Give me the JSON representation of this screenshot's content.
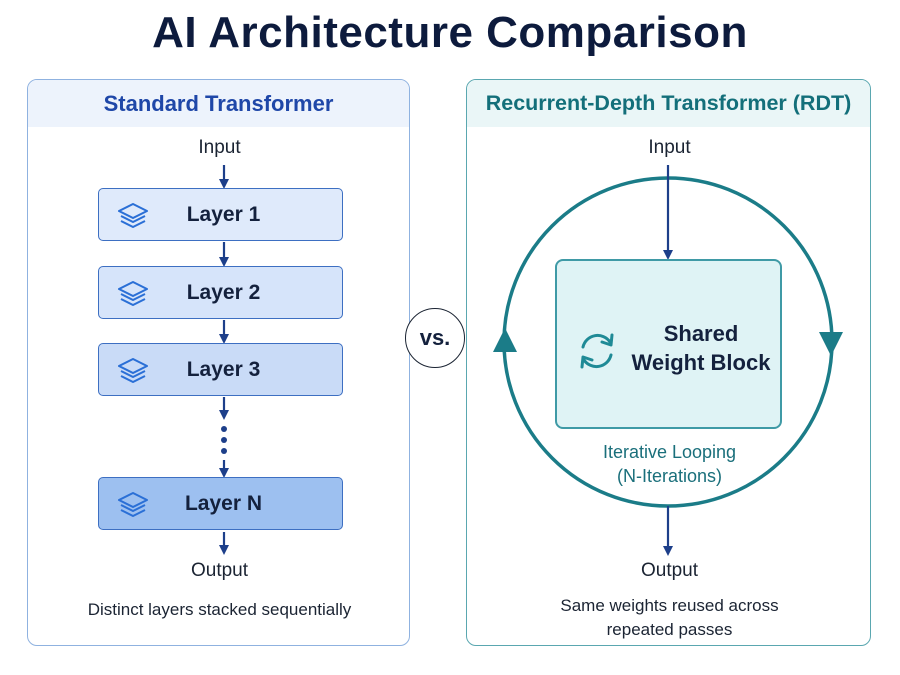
{
  "title": "AI Architecture Comparison",
  "vs_label": "vs.",
  "left": {
    "header": "Standard Transformer",
    "input": "Input",
    "layers": [
      "Layer 1",
      "Layer 2",
      "Layer 3",
      "Layer N"
    ],
    "output": "Output",
    "caption": "Distinct layers stacked sequentially",
    "layer_icon": "layers-stack-icon"
  },
  "right": {
    "header": "Recurrent-Depth Transformer (RDT)",
    "input": "Input",
    "shared_block": [
      "Shared",
      "Weight Block"
    ],
    "loop_label": [
      "Iterative Looping",
      "(N-Iterations)"
    ],
    "output": "Output",
    "caption": [
      "Same weights reused across",
      "repeated passes"
    ],
    "block_icon": "refresh-cycle-icon"
  },
  "colors": {
    "left_accent": "#1f47a8",
    "right_accent": "#136f7a",
    "loop_ring": "#1b7c88",
    "arrow": "#1d3f8a"
  }
}
